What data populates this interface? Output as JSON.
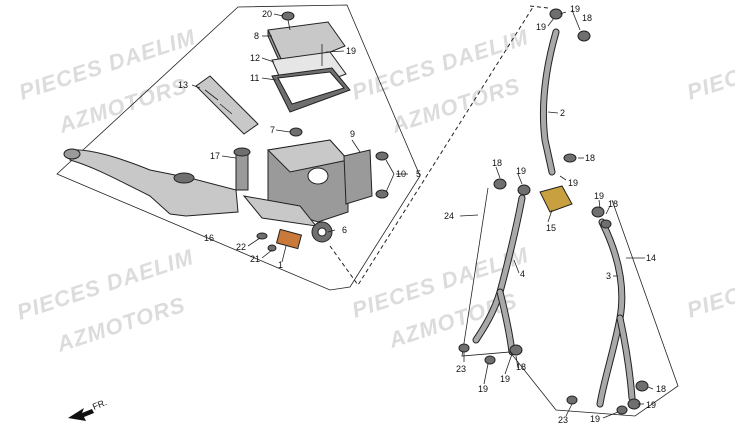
{
  "watermarks": {
    "line1": "PIECES DAELIM",
    "line2": "AZMOTORS"
  },
  "direction_label": "FR.",
  "callouts": {
    "n1": "1",
    "n2": "2",
    "n3": "3",
    "n4": "4",
    "n5": "5",
    "n6": "6",
    "n7": "7",
    "n8": "8",
    "n9": "9",
    "n10": "10",
    "n11": "11",
    "n12": "12",
    "n13": "13",
    "n14": "14",
    "n15": "15",
    "n16": "16",
    "n17": "17",
    "n18": "18",
    "n19": "19",
    "n20": "20",
    "n21": "21",
    "n22": "22",
    "n23": "23",
    "n24": "24"
  }
}
